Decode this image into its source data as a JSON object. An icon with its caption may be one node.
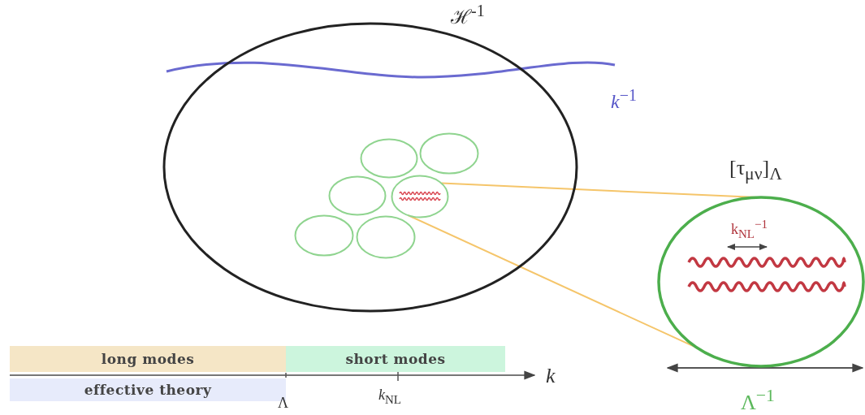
{
  "diagram": {
    "nodes": [
      {
        "text": [
          "ℋ$^{-1}$"
        ]
      },
      {
        "text": [],
        "shape": "circle",
        "in": 0
      },
      {
        "text": [],
        "shape": "circle",
        "in": 0
      },
      {
        "text": [],
        "shape": "circle",
        "in": 0
      },
      {
        "text": [],
        "shape": "circle",
        "in": 0
      },
      {
        "text": [],
        "shape": "circle",
        "in": 0
      },
      {
        "text": [],
        "shape": "circle",
        "in": 0
      },
      {
        "text": [
          "[τ$_{μν}$]$_{Λ}$",
          "k$_{NL}$$^{−1}$"
        ]
      },
      {
        "text": [
          "long modes"
        ]
      },
      {
        "text": [
          "short modes"
        ]
      },
      {
        "text": [
          "effective theory"
        ]
      }
    ],
    "edges": [
      {
        "from": 4,
        "to": 7,
        "arrow": "none"
      },
      {
        "from": 4,
        "to": 7,
        "arrow": "none"
      }
    ],
    "labels": [
      "*k*$^{−1}$",
      "*k*",
      "Λ",
      "*k*$_{NL}$",
      "Λ$^{−1}$"
    ]
  }
}
